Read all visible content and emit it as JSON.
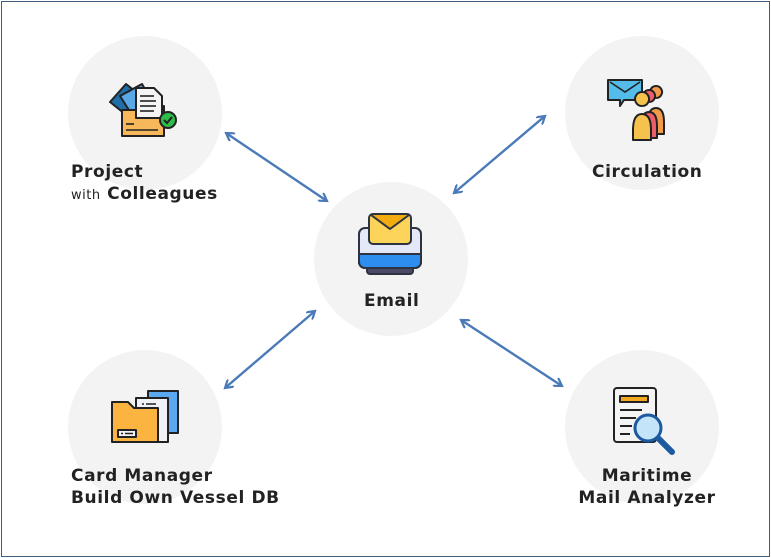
{
  "diagram": {
    "center": {
      "id": "email",
      "label": "Email",
      "icon": "email-monitor-icon"
    },
    "nodes": [
      {
        "id": "project",
        "line1": "Project",
        "line2_prefix": "with",
        "line2": "Colleagues",
        "icon": "project-folder-icon"
      },
      {
        "id": "circulation",
        "line1": "Circulation",
        "icon": "circulation-people-icon"
      },
      {
        "id": "card-manager",
        "line1": "Card Manager",
        "line2": "Build Own Vessel DB",
        "icon": "card-folder-icon"
      },
      {
        "id": "analyzer",
        "line1": "Maritime",
        "line2": "Mail Analyzer",
        "icon": "document-search-icon"
      }
    ],
    "edges": [
      {
        "from": "email",
        "to": "project",
        "direction": "bidirectional"
      },
      {
        "from": "email",
        "to": "circulation",
        "direction": "bidirectional"
      },
      {
        "from": "email",
        "to": "card-manager",
        "direction": "bidirectional"
      },
      {
        "from": "email",
        "to": "analyzer",
        "direction": "bidirectional"
      }
    ],
    "colors": {
      "arrow": "#4a7ab8",
      "node_bg": "#f3f3f3",
      "frame": "#3f5f7f",
      "text": "#222222"
    }
  }
}
